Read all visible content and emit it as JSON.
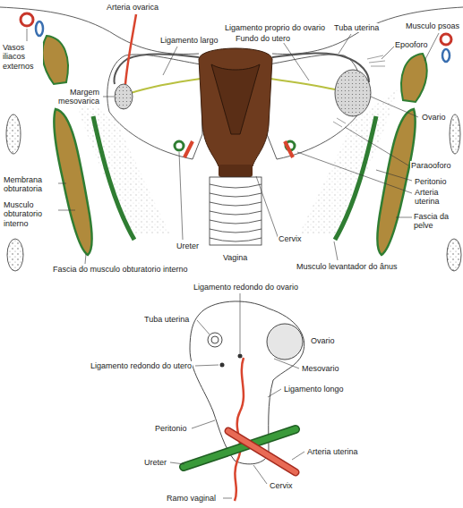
{
  "diagram": {
    "labels": [
      "Arteria ovarica",
      "Vasos iliacos externos",
      "Ligamento largo",
      "Ligamento proprio do ovario",
      "Fundo do utero",
      "Tuba uterina",
      "Musculo psoas",
      "Epooforo",
      "Margem mesovarica",
      "Ovario",
      "Paraooforo",
      "Peritonio",
      "Arteria uterina",
      "Membrana obturatoria",
      "Fascia da pelve",
      "Musculo obturatorio interno",
      "Ureter",
      "Vagina",
      "Cervix",
      "Musculo levantador do ânus",
      "Fascia do musculo obturatorio interno",
      "Ligamento redondo do ovario",
      "Tuba uterina",
      "Ovario",
      "Mesovario",
      "Ligamento redondo do utero",
      "Ligamento longo",
      "Peritonio",
      "Arteria uterina",
      "Ureter",
      "Cervix",
      "Ramo vaginal"
    ]
  }
}
